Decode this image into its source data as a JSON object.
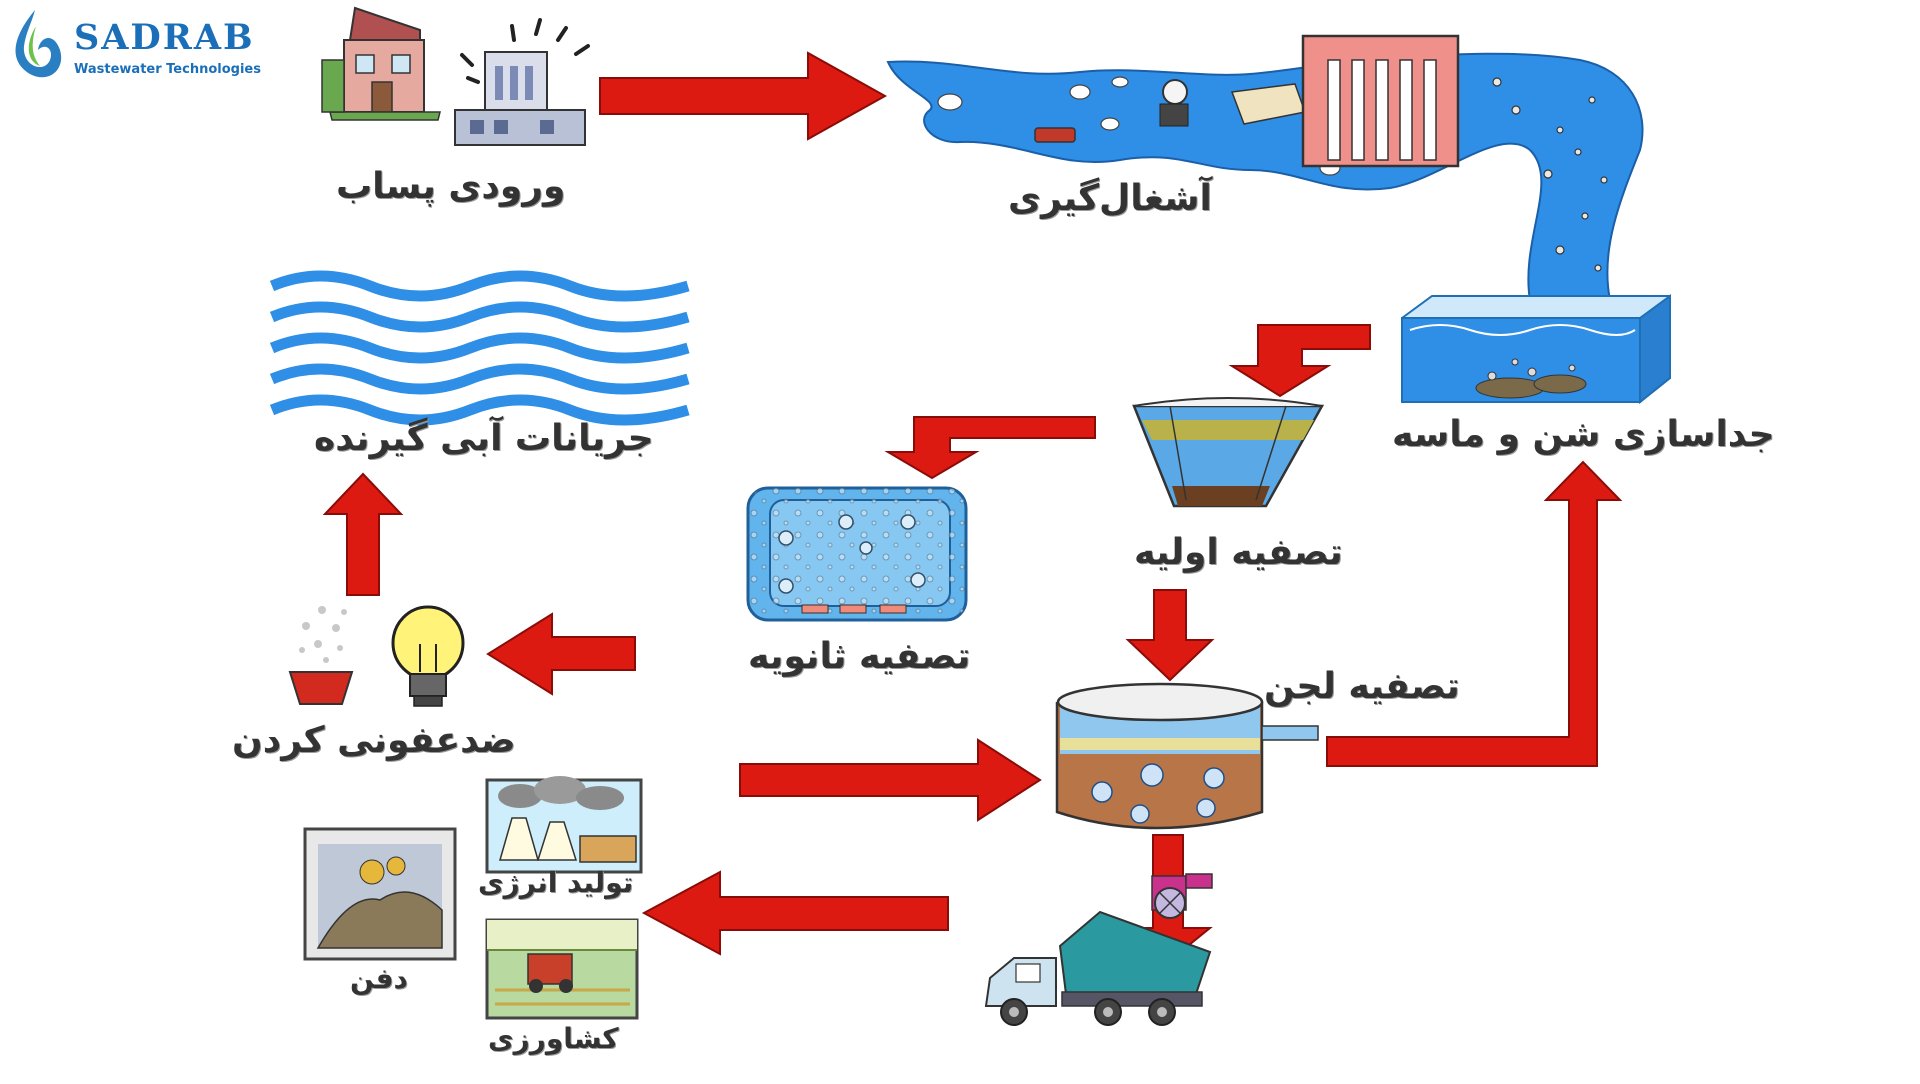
{
  "brand": {
    "name": "SADRAB",
    "tagline": "Wastewater Technologies"
  },
  "stages": {
    "wastewater_inlet": "ورودی پساب",
    "screening": "آشغال‌گیری",
    "grit_removal": "جداسازی شن و ماسه",
    "primary_treatment": "تصفیه اولیه",
    "secondary_treatment": "تصفیه ثانویه",
    "sludge_treatment": "تصفیه لجن",
    "disinfection": "ضدعفونی کردن",
    "receiving_waters": "جریانات آبی گیرنده",
    "energy_production": "تولید انرژی",
    "landfill": "دفن",
    "agriculture": "کشاورزی"
  },
  "colors": {
    "arrow": "#dd1a12",
    "water": "#2f8fe6",
    "water_light": "#8ecbf2",
    "brand": "#1a6fb8"
  }
}
